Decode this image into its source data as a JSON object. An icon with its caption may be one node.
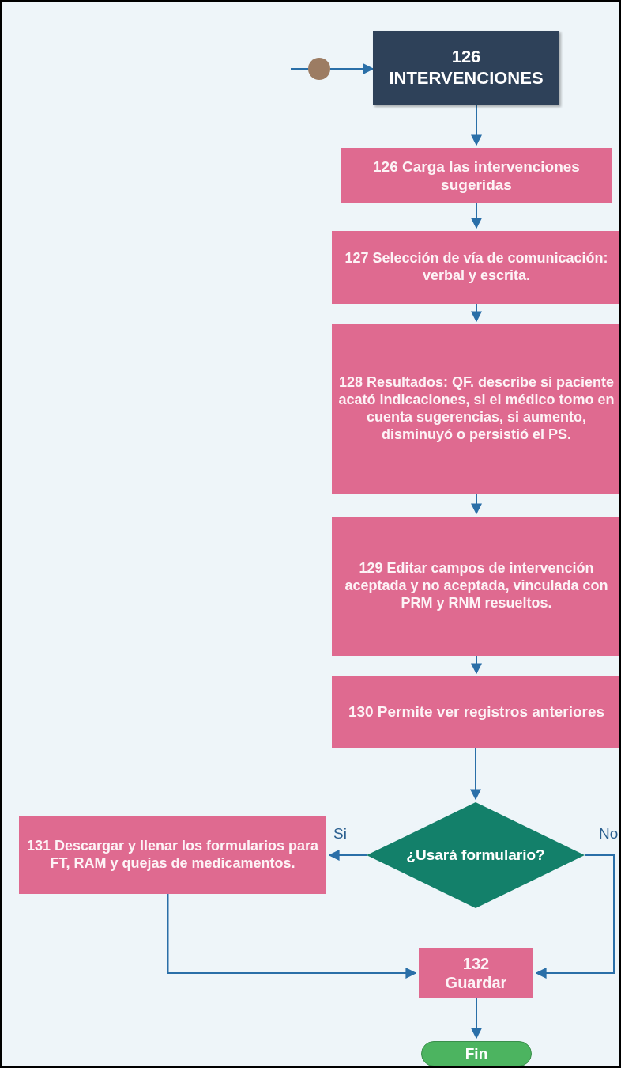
{
  "diagram": {
    "nodes": [
      {
        "text": [],
        "shape": "circle"
      },
      {
        "text": [
          "126",
          "INTERVENCIONES"
        ]
      },
      {
        "text": [
          "126 Carga las intervenciones sugeridas"
        ]
      },
      {
        "text": [
          "127 Selección de vía de comunicación: verbal y escrita."
        ]
      },
      {
        "text": [
          "128 Resultados: QF. describe si paciente acató indicaciones, si el médico tomo en cuenta sugerencias, si aumento, disminuyó o persistió el PS."
        ]
      },
      {
        "text": [
          "129 Editar campos de intervención aceptada y no aceptada, vinculada con PRM y RNM resueltos."
        ]
      },
      {
        "text": [
          "130 Permite ver registros anteriores"
        ]
      },
      {
        "text": [
          "¿Usará formulario?"
        ]
      },
      {
        "text": [
          "131 Descargar y llenar los formularios para FT, RAM y quejas de medicamentos."
        ]
      },
      {
        "text": [
          "132",
          "Guardar"
        ]
      },
      {
        "text": [
          "Fin"
        ]
      }
    ],
    "edges": [
      {
        "from": null,
        "to": 0,
        "arrow": "none"
      },
      {
        "from": 0,
        "to": 1,
        "arrow": "to"
      },
      {
        "from": 1,
        "to": 2,
        "arrow": "to"
      },
      {
        "from": 2,
        "to": 3,
        "arrow": "to"
      },
      {
        "from": 3,
        "to": 4,
        "arrow": "to"
      },
      {
        "from": 4,
        "to": 5,
        "arrow": "to"
      },
      {
        "from": 5,
        "to": 6,
        "arrow": "to"
      },
      {
        "from": 6,
        "to": 7,
        "arrow": "to"
      },
      {
        "from": 7,
        "to": 8,
        "arrow": "to",
        "label": "Si"
      },
      {
        "from": 7,
        "to": 9,
        "arrow": "to",
        "label": "No"
      },
      {
        "from": 8,
        "to": 9,
        "arrow": "to"
      },
      {
        "from": 9,
        "to": 10,
        "arrow": "to"
      }
    ]
  }
}
